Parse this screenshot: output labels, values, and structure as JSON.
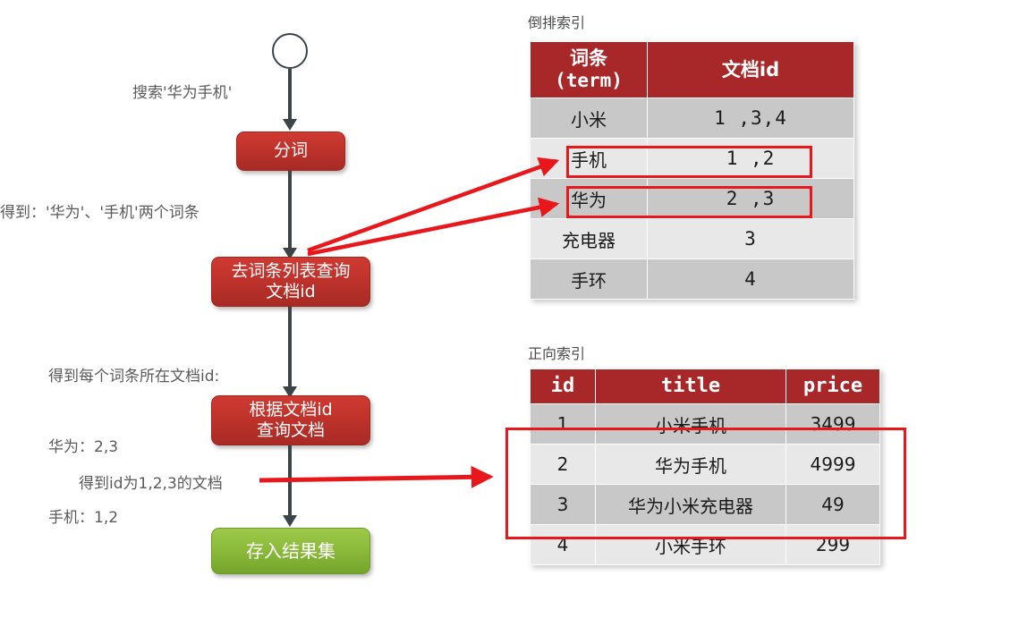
{
  "flow": {
    "start_node": "start-circle",
    "caption_search": "搜索'华为手机'",
    "box_segment": "分词",
    "caption_terms": "得到：'华为'、'手机'两个词条",
    "box_query_terms_line1": "去词条列表查询",
    "box_query_terms_line2": "文档id",
    "caption_doc_ids_line1": "得到每个词条所在文档id:",
    "caption_doc_ids_line2": "华为：2,3",
    "caption_doc_ids_line3": "手机：1,2",
    "box_query_docs_line1": "根据文档id",
    "box_query_docs_line2": "查询文档",
    "caption_result_docs": "得到id为1,2,3的文档",
    "box_store_result": "存入结果集"
  },
  "inverted_index": {
    "caption": "倒排索引",
    "headers": [
      "词条\n(term)",
      "文档id"
    ],
    "header_term_line1": "词条",
    "header_term_line2": "(term)",
    "header_docid": "文档id",
    "rows": [
      {
        "term": "小米",
        "doc_ids": "1 ,3,4",
        "highlight": false
      },
      {
        "term": "手机",
        "doc_ids": "1 ,2",
        "highlight": true
      },
      {
        "term": "华为",
        "doc_ids": "2 ,3",
        "highlight": true
      },
      {
        "term": "充电器",
        "doc_ids": "3",
        "highlight": false
      },
      {
        "term": "手环",
        "doc_ids": "4",
        "highlight": false
      }
    ]
  },
  "forward_index": {
    "caption": "正向索引",
    "headers": [
      "id",
      "title",
      "price"
    ],
    "header_id": "id",
    "header_title": "title",
    "header_price": "price",
    "rows": [
      {
        "id": "1",
        "title": "小米手机",
        "price": "3499",
        "highlight": true
      },
      {
        "id": "2",
        "title": "华为手机",
        "price": "4999",
        "highlight": true
      },
      {
        "id": "3",
        "title": "华为小米充电器",
        "price": "49",
        "highlight": true
      },
      {
        "id": "4",
        "title": "小米手环",
        "price": "299",
        "highlight": false
      }
    ]
  },
  "colors": {
    "table_header_red": "#a8282a",
    "annotation_red": "#e8171b",
    "flow_red": "#c0332c",
    "flow_green": "#8cbb3c",
    "connector_gray": "#3b4448",
    "row_dark": "#c8c8c8",
    "row_light": "#e8e8e8"
  }
}
